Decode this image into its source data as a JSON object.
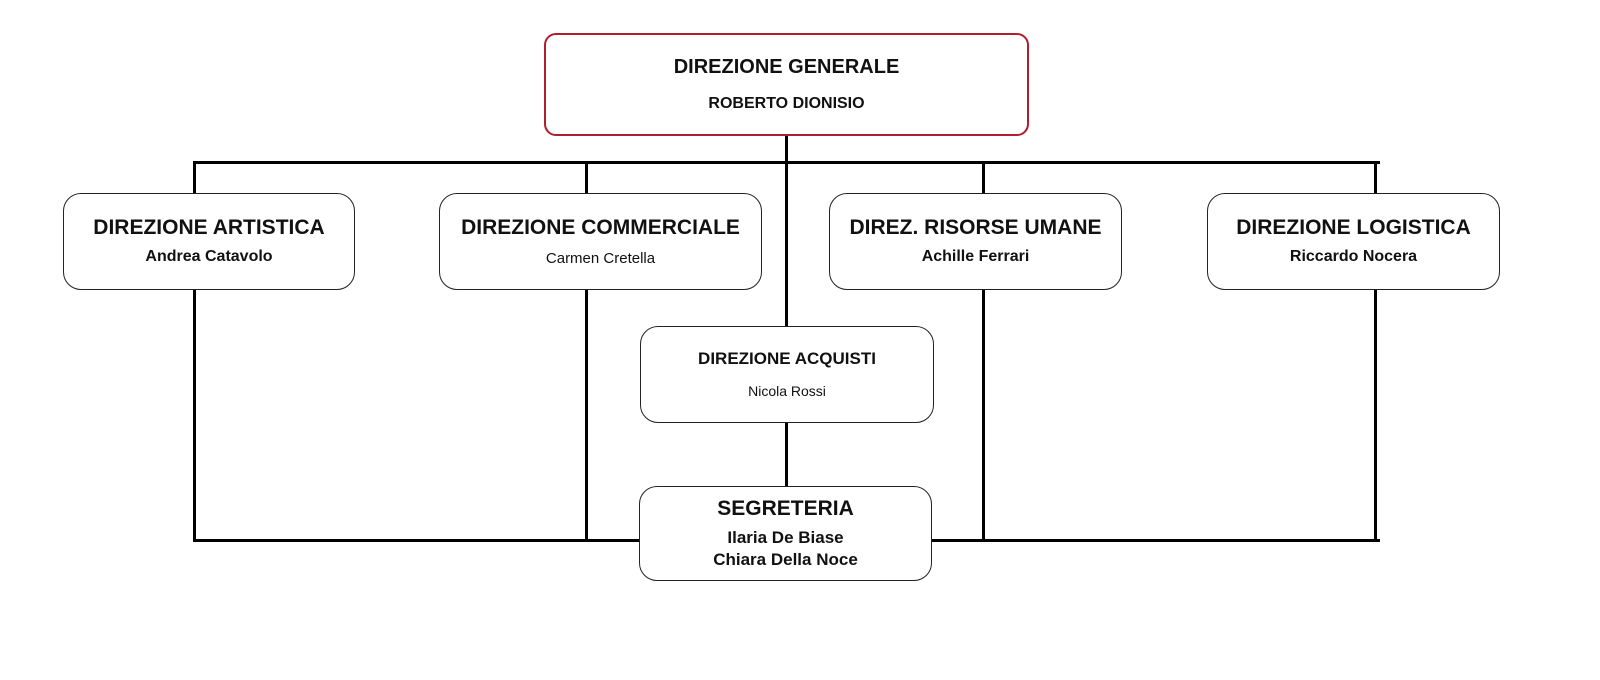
{
  "org_chart": {
    "head": {
      "title": "DIREZIONE GENERALE",
      "person": "ROBERTO DIONISIO",
      "accent_color": "#b01e2e"
    },
    "departments": [
      {
        "title": "DIREZIONE ARTISTICA",
        "person": "Andrea Catavolo"
      },
      {
        "title": "DIREZIONE COMMERCIALE",
        "person": "Carmen Cretella"
      },
      {
        "title": "DIREZ. RISORSE UMANE",
        "person": "Achille Ferrari"
      },
      {
        "title": "DIREZIONE LOGISTICA",
        "person": "Riccardo Nocera"
      }
    ],
    "purchasing": {
      "title": "DIREZIONE ACQUISTI",
      "person": "Nicola Rossi"
    },
    "secretariat": {
      "title": "SEGRETERIA",
      "people": [
        "Ilaria De Biase",
        "Chiara Della Noce"
      ]
    }
  }
}
